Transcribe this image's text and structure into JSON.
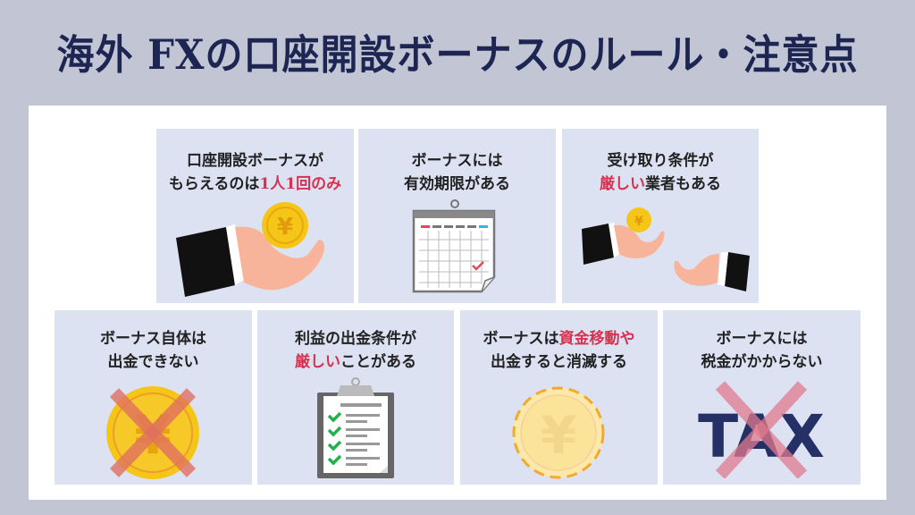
{
  "title": "海外 FXの口座開設ボーナスのルール・注意点",
  "colors": {
    "background": "#c2c5d4",
    "panel": "#ffffff",
    "card": "#dde2f3",
    "title_text": "#1d2552",
    "body_text": "#222222",
    "accent_red": "#d6324f",
    "coin_gold": "#f5c518",
    "sleeve": "#111111",
    "skin": "#f8b49a",
    "check_green": "#22b14c",
    "tax_navy": "#243066",
    "cross_pink": "#e07a8e"
  },
  "cards": [
    {
      "id": "one-per-person",
      "line1": [
        {
          "text": "口座開設ボーナスが",
          "red": false
        }
      ],
      "line2": [
        {
          "text": "もらえるのは",
          "red": false
        },
        {
          "text": "1人1回のみ",
          "red": true
        }
      ],
      "icon": "hand-with-yen-coin-icon"
    },
    {
      "id": "expiry",
      "line1": [
        {
          "text": "ボーナスには",
          "red": false
        }
      ],
      "line2": [
        {
          "text": "有効期限がある",
          "red": true
        }
      ],
      "icon": "calendar-check-icon"
    },
    {
      "id": "strict-receipt",
      "line1": [
        {
          "text": "受け取り条件が",
          "red": true
        }
      ],
      "line2": [
        {
          "text": "厳しい",
          "red": true
        },
        {
          "text": "業者もある",
          "red": false
        }
      ],
      "icon": "hands-passing-coin-icon"
    },
    {
      "id": "no-withdraw",
      "line1": [
        {
          "text": "ボーナス自体は",
          "red": true
        }
      ],
      "line2": [
        {
          "text": "出金できない",
          "red": true
        }
      ],
      "icon": "crossed-yen-coin-icon"
    },
    {
      "id": "profit-withdraw",
      "line1": [
        {
          "text": "利益の出金条件が",
          "red": true
        }
      ],
      "line2": [
        {
          "text": "厳しい",
          "red": true
        },
        {
          "text": "ことがある",
          "red": false
        }
      ],
      "icon": "clipboard-checklist-icon"
    },
    {
      "id": "vanish",
      "line1": [
        {
          "text": "ボーナスは",
          "red": false
        },
        {
          "text": "資金移動や",
          "red": true
        }
      ],
      "line2": [
        {
          "text": "出金すると消滅する",
          "red": true
        }
      ],
      "icon": "fading-yen-coin-icon"
    },
    {
      "id": "no-tax",
      "line1": [
        {
          "text": "ボーナスには",
          "red": false
        }
      ],
      "line2": [
        {
          "text": "税金がかからない",
          "red": true
        }
      ],
      "icon": "crossed-tax-icon",
      "icon_text": "TAX"
    }
  ],
  "yen_symbol": "¥"
}
